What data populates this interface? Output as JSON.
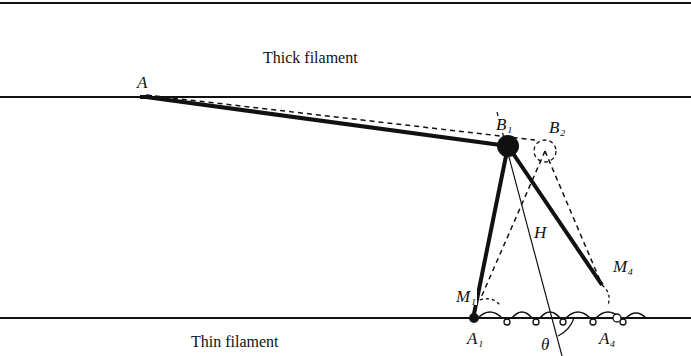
{
  "diagram": {
    "labels": [
      "Thick filament",
      "Thin filament",
      "A",
      "B₁",
      "B₂",
      "H",
      "M₁",
      "M₄",
      "A₁",
      "A₄",
      "θ"
    ]
  }
}
